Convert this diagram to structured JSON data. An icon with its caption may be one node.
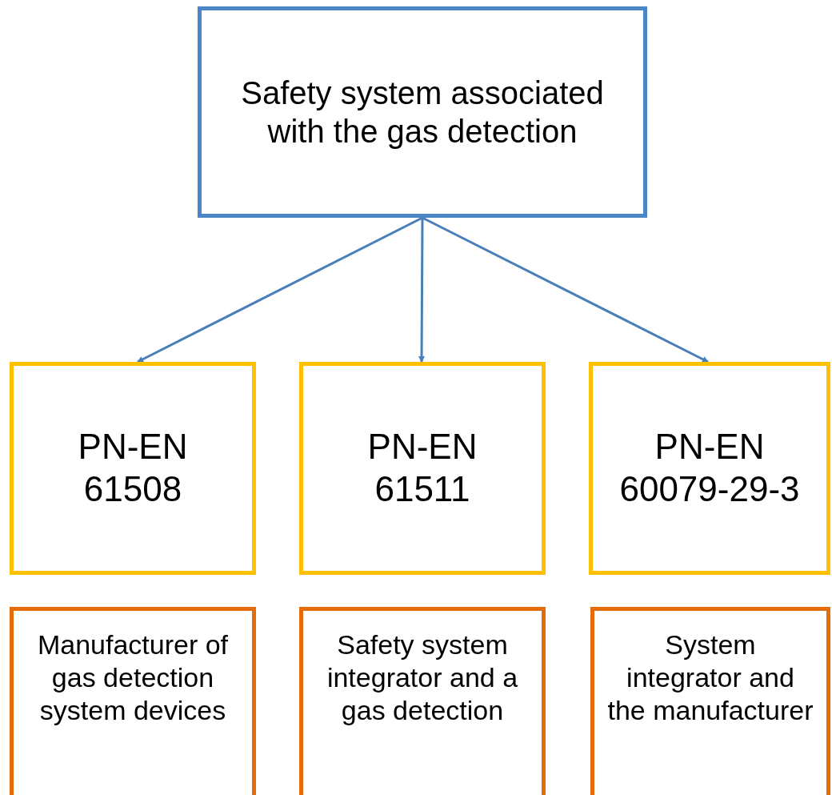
{
  "diagram": {
    "nodes": [
      {
        "text": [
          "Safety system associated with the gas detection"
        ]
      },
      {
        "text": [
          "PN-EN 61508"
        ]
      },
      {
        "text": [
          "PN-EN 61511"
        ]
      },
      {
        "text": [
          "PN-EN 60079-29-3"
        ]
      },
      {
        "text": [
          "Manufacturer of gas detection system devices"
        ]
      },
      {
        "text": [
          "Safety system integrator and a gas detection"
        ]
      },
      {
        "text": [
          "System integrator and the manufacturer"
        ]
      }
    ],
    "edges": [
      {
        "from": 0,
        "to": 1,
        "arrow": "to"
      },
      {
        "from": 0,
        "to": 2,
        "arrow": "to"
      },
      {
        "from": 0,
        "to": 3,
        "arrow": "to"
      }
    ]
  }
}
